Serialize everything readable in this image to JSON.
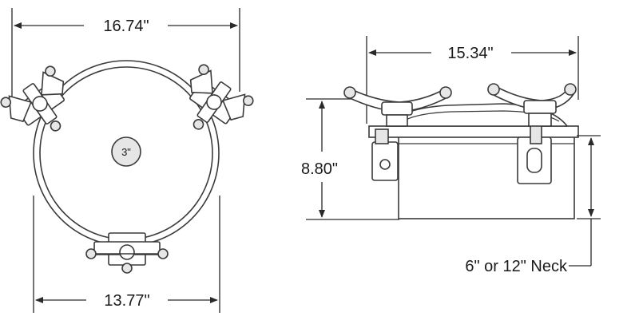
{
  "dimensions": {
    "top_width": "16.74\"",
    "bottom_width": "13.77\"",
    "center_hole": "3\"",
    "side_width": "15.34\"",
    "side_height": "8.80\"",
    "neck": "6\" or 12\" Neck"
  },
  "colors": {
    "line": "#3a3a3a",
    "fill": "#e6e6e6",
    "background": "#ffffff"
  }
}
